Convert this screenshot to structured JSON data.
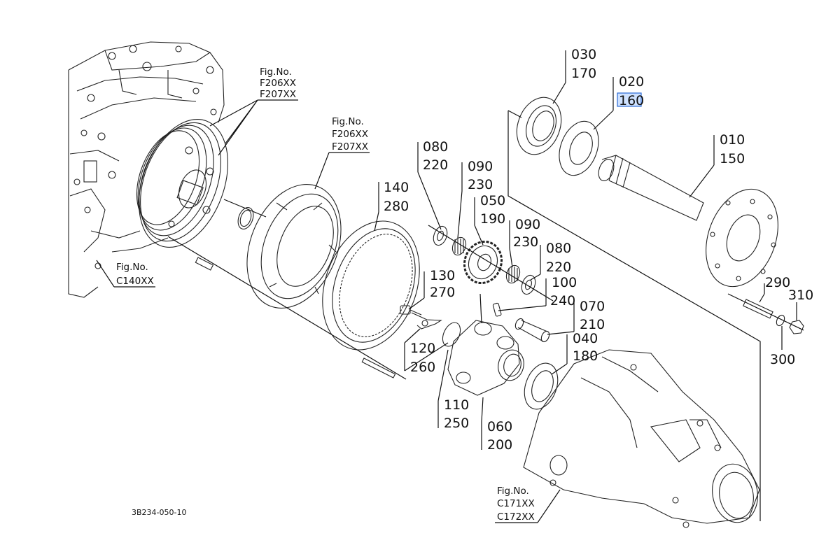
{
  "diagram_code": "3B234-050-10",
  "fig_refs": {
    "housing_top": {
      "title": "Fig.No.",
      "lines": [
        "F206XX",
        "F207XX"
      ]
    },
    "clutch_plate": {
      "title": "Fig.No.",
      "lines": [
        "F206XX",
        "F207XX"
      ]
    },
    "housing_left": {
      "title": "Fig.No.",
      "lines": [
        "C140XX"
      ]
    },
    "axle_case": {
      "title": "Fig.No.",
      "lines": [
        "C171XX",
        "C172XX"
      ]
    }
  },
  "callouts": {
    "p030": {
      "ref": "030",
      "qty": "170"
    },
    "p020": {
      "ref": "020",
      "qty": "160",
      "selected": true
    },
    "p010": {
      "ref": "010",
      "qty": "150"
    },
    "p080a": {
      "ref": "080",
      "qty": "220"
    },
    "p090a": {
      "ref": "090",
      "qty": "230"
    },
    "p140": {
      "ref": "140",
      "qty": "280"
    },
    "p050": {
      "ref": "050",
      "qty": "190"
    },
    "p090b": {
      "ref": "090",
      "qty": "230"
    },
    "p080b": {
      "ref": "080",
      "qty": "220"
    },
    "p100": {
      "ref": "100",
      "qty": "240"
    },
    "p070": {
      "ref": "070",
      "qty": "210"
    },
    "p130": {
      "ref": "130",
      "qty": "270"
    },
    "p040": {
      "ref": "040",
      "qty": "180"
    },
    "p120": {
      "ref": "120",
      "qty": "260"
    },
    "p110": {
      "ref": "110",
      "qty": "250"
    },
    "p060": {
      "ref": "060",
      "qty": "200"
    },
    "p290": {
      "ref": "290"
    },
    "p310": {
      "ref": "310"
    },
    "p300": {
      "ref": "300"
    }
  },
  "colors": {
    "line": "#111111",
    "highlight": "#cfe2ff",
    "highlight_border": "#2b6ad6"
  }
}
